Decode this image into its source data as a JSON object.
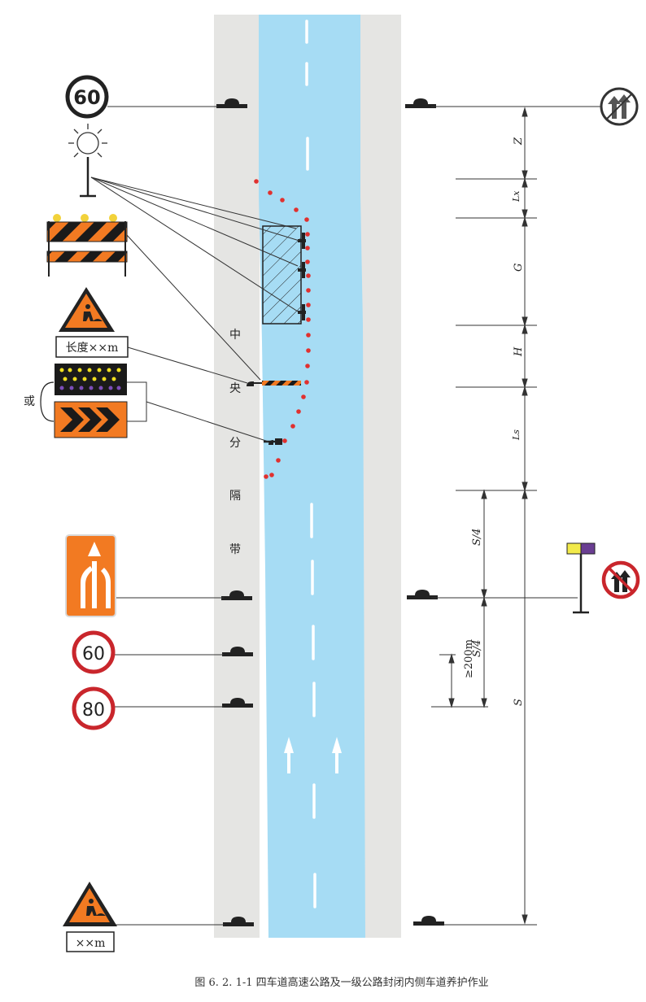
{
  "speed_signs": {
    "top_left": "60",
    "lower_first": "60",
    "lower_second": "80"
  },
  "length_board_label": "长度××m",
  "bottom_distance_label": "××m",
  "or_label": "或",
  "median_label_chars": [
    "中",
    "央",
    "分",
    "隔",
    "带"
  ],
  "dimension_labels": {
    "z": "Z",
    "lx": "Lx",
    "g": "G",
    "h": "H",
    "ls": "Ls",
    "s_quarter_upper": "S/4",
    "s_quarter_lower": "S/4",
    "s": "S",
    "min_200": "≥200m"
  },
  "caption": "图 6. 2. 1-1    四车道高速公路及一级公路封闭内侧车道养护作业",
  "colors": {
    "lane_blue": "#A6DCF4",
    "shoulder_grey": "#E5E5E3",
    "warning_orange": "#F27A22",
    "cone_red": "#E0312F",
    "sign_red": "#C9262C",
    "flag_yellow": "#F2EA4A",
    "flag_purple": "#6A3E92"
  }
}
